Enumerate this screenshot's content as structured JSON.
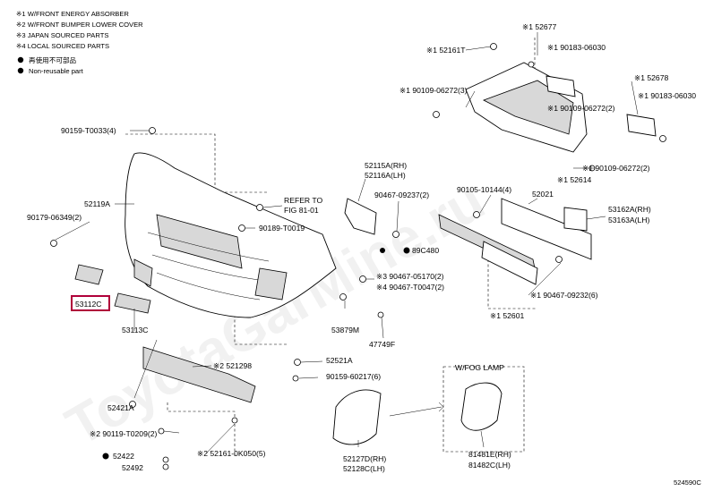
{
  "legend": {
    "notes": [
      "※1 W/FRONT ENERGY ABSORBER",
      "※2 W/FRONT BUMPER LOWER COVER",
      "※3 JAPAN SOURCED PARTS",
      "※4 LOCAL SOURCED PARTS"
    ],
    "reusable_text": "再使用不可部品",
    "non_reusable_text": "Non-reusable part"
  },
  "watermark": "ToyotaGarMine.ru",
  "diagram_code": "524590C",
  "parts": {
    "p52161T": "※1 52161T",
    "p52677": "※1 52677",
    "p90183_06030_r": "※1\n90183-06030",
    "p52678": "※1 52678",
    "p90183_06030_rr": "※1\n90183-06030",
    "p90109_06272_3": "※1 90109-06272(3)",
    "p90109_06272_2a": "※1\n90109-06272(2)",
    "p90159_T0033": "90159-T0033(4)",
    "p52614": "※1 52614",
    "p90109_06272_2b": "※1 90109-06272(2)",
    "p52115A": "52115A(RH)",
    "p52116A": "52116A(LH)",
    "p90467_09237": "90467-09237(2)",
    "p90105_10144": "90105-10144(4)",
    "p52021": "52021",
    "p53162A": "53162A(RH)",
    "p53163A": "53163A(LH)",
    "p52119A": "52119A",
    "p_refer": "REFER TO\nFIG 81-01",
    "p90179_06349": "90179-06349(2)",
    "p90189_T0019": "90189-T0019",
    "p89C480": "89C480",
    "p90467_05170": "※3 90467-05170(2)",
    "p90467_T0047": "※4 90467-T0047(2)",
    "p90467_09232": "※1 90467-09232(6)",
    "p53112C": "53112C",
    "p52601": "※1 52601",
    "p53113C": "53113C",
    "p53879M": "53879M",
    "p47749F": "47749F",
    "p521298": "※2 521298",
    "p52521A": "52521A",
    "p90159_60217": "90159-60217(6)",
    "p_wfog": "W/FOG LAMP",
    "p52421A": "52421A",
    "p90119_T0209": "※2 90119-T0209(2)",
    "p52161_0K050": "※2 52161-0K050(5)",
    "p52422": "52422",
    "p52492": "52492",
    "p52127D": "52127D(RH)",
    "p52128C": "52128C(LH)",
    "p81481E": "81481E(RH)",
    "p81482C": "81482C(LH)"
  },
  "colors": {
    "highlight_box": "#b0003a",
    "line": "#000000",
    "background": "#ffffff"
  }
}
